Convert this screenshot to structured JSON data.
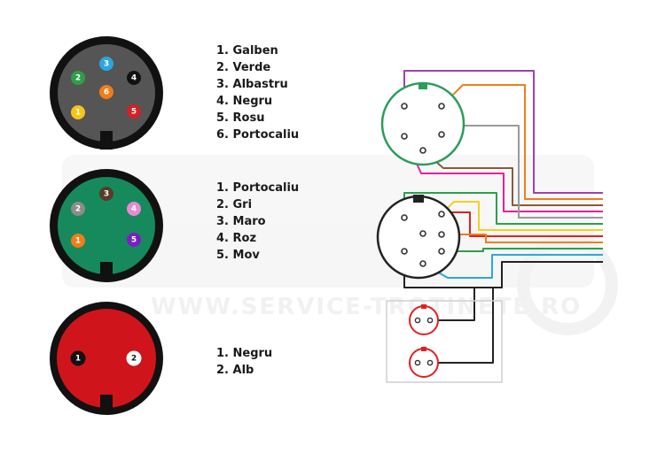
{
  "watermark": {
    "text": "WWW.SERVICE-TROTINETE.RO",
    "color": "#e9e9e9"
  },
  "connectors": [
    {
      "id": "six-pin",
      "body_color": "#555555",
      "pins": [
        {
          "number": "1",
          "color": "#f5c518",
          "text_color": "#ffffff"
        },
        {
          "number": "2",
          "color": "#2f9e4a",
          "text_color": "#ffffff"
        },
        {
          "number": "3",
          "color": "#2aa7e0",
          "text_color": "#ffffff"
        },
        {
          "number": "4",
          "color": "#111111",
          "text_color": "#ffffff"
        },
        {
          "number": "5",
          "color": "#d61f26",
          "text_color": "#ffffff"
        },
        {
          "number": "6",
          "color": "#f07d1a",
          "text_color": "#ffffff"
        }
      ],
      "legend": [
        "1. Galben",
        "2. Verde",
        "3. Albastru",
        "4. Negru",
        "5. Rosu",
        "6. Portocaliu"
      ]
    },
    {
      "id": "five-pin",
      "body_color": "#168a5c",
      "pins": [
        {
          "number": "1",
          "color": "#f07d1a",
          "text_color": "#ffffff"
        },
        {
          "number": "2",
          "color": "#8c8c8c",
          "text_color": "#ffffff"
        },
        {
          "number": "3",
          "color": "#5a3a28",
          "text_color": "#ffffff"
        },
        {
          "number": "4",
          "color": "#e889d6",
          "text_color": "#ffffff"
        },
        {
          "number": "5",
          "color": "#7a1fc4",
          "text_color": "#ffffff"
        }
      ],
      "legend": [
        "1. Portocaliu",
        "2. Gri",
        "3. Maro",
        "4. Roz",
        "5. Mov"
      ]
    },
    {
      "id": "two-pin",
      "body_color": "#d0141b",
      "pins": [
        {
          "number": "1",
          "color": "#111111",
          "text_color": "#ffffff"
        },
        {
          "number": "2",
          "color": "#ffffff",
          "text_color": "#111111"
        }
      ],
      "legend": [
        "1. Negru",
        "2. Alb"
      ]
    }
  ],
  "wiring": {
    "colors": {
      "purple": "#a040b0",
      "orange": "#f07d1a",
      "brown": "#8a5a3a",
      "pink": "#e8209a",
      "green": "#2aa04a",
      "gray": "#9a9a9a",
      "yellow": "#f2d21b",
      "red": "#e02020",
      "blue": "#2aa7e0",
      "black": "#222222"
    },
    "ring_colors": {
      "five_pin": "#2a9d5a",
      "six_pin": "#222222",
      "two_pin": "#e02020"
    }
  }
}
